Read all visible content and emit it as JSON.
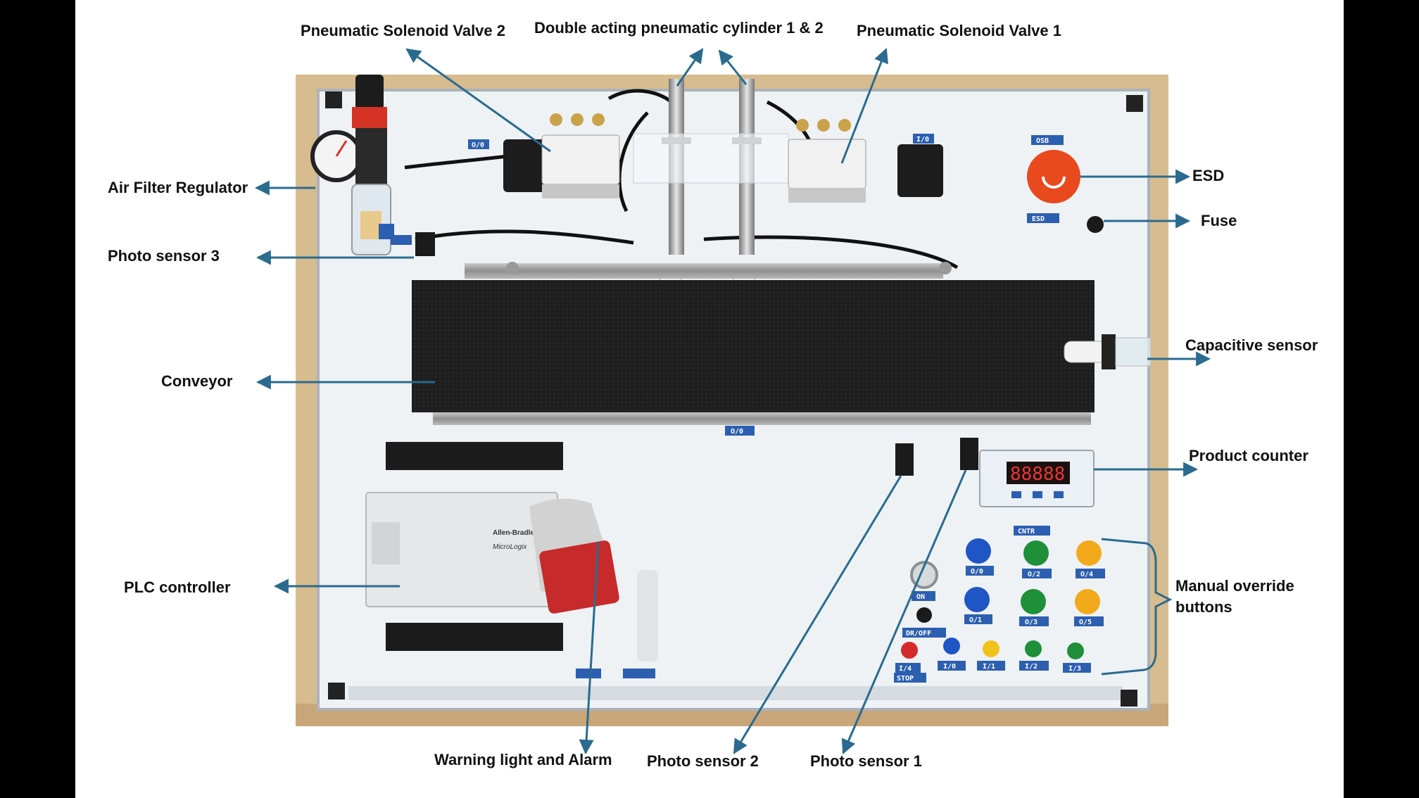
{
  "labels": {
    "solenoid_valve_2": "Pneumatic Solenoid Valve 2",
    "cylinders": "Double acting pneumatic cylinder 1 & 2",
    "solenoid_valve_1": "Pneumatic Solenoid Valve 1",
    "air_filter_regulator": "Air Filter Regulator",
    "esd": "ESD",
    "fuse": "Fuse",
    "photo_sensor_3": "Photo sensor 3",
    "capacitive_sensor": "Capacitive sensor",
    "conveyor": "Conveyor",
    "product_counter": "Product counter",
    "plc_controller": "PLC controller",
    "manual_override": "Manual override buttons",
    "warning_light": "Warning light and Alarm",
    "photo_sensor_2": "Photo sensor 2",
    "photo_sensor_1": "Photo sensor 1"
  },
  "panel_tags": {
    "valve_2": "O/0",
    "valve_1": "I/0",
    "esd_top": "OSB",
    "esd_bottom": "ESD",
    "conveyor": "O/0",
    "counter": "CNTR",
    "on": "ON",
    "dr_off": "DR/OFF",
    "stop_num": "I/4",
    "stop": "STOP",
    "btn_o0": "O/0",
    "btn_o1": "O/1",
    "btn_o2": "O/2",
    "btn_o3": "O/3",
    "btn_o4": "O/4",
    "btn_o5": "O/5",
    "btn_i0": "I/0",
    "btn_i1": "I/1",
    "btn_i2": "I/2",
    "btn_i3": "I/3",
    "plc_brand": "Allen-Bradley",
    "plc_model": "MicroLogix",
    "counter_display": "88888"
  },
  "colors": {
    "arrow": "#2a6b8f",
    "board": "#eef2f5",
    "frame": "#d7bc8f",
    "belt": "#1c1c1c",
    "esd_red": "#e8491d"
  }
}
